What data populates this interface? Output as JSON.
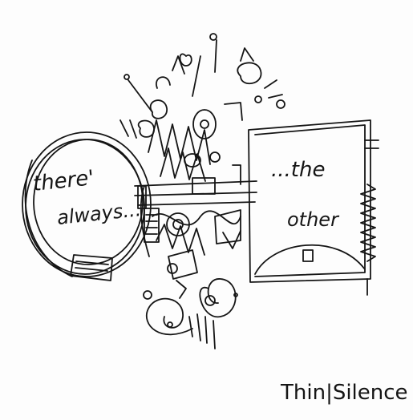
{
  "artwork": {
    "left_text": [
      "there'",
      "always..."
    ],
    "right_text": [
      "...the",
      "other"
    ],
    "signature": "Thin|Silence"
  },
  "colors": {
    "ink": "#151515",
    "paper": "#fdfdfd"
  }
}
